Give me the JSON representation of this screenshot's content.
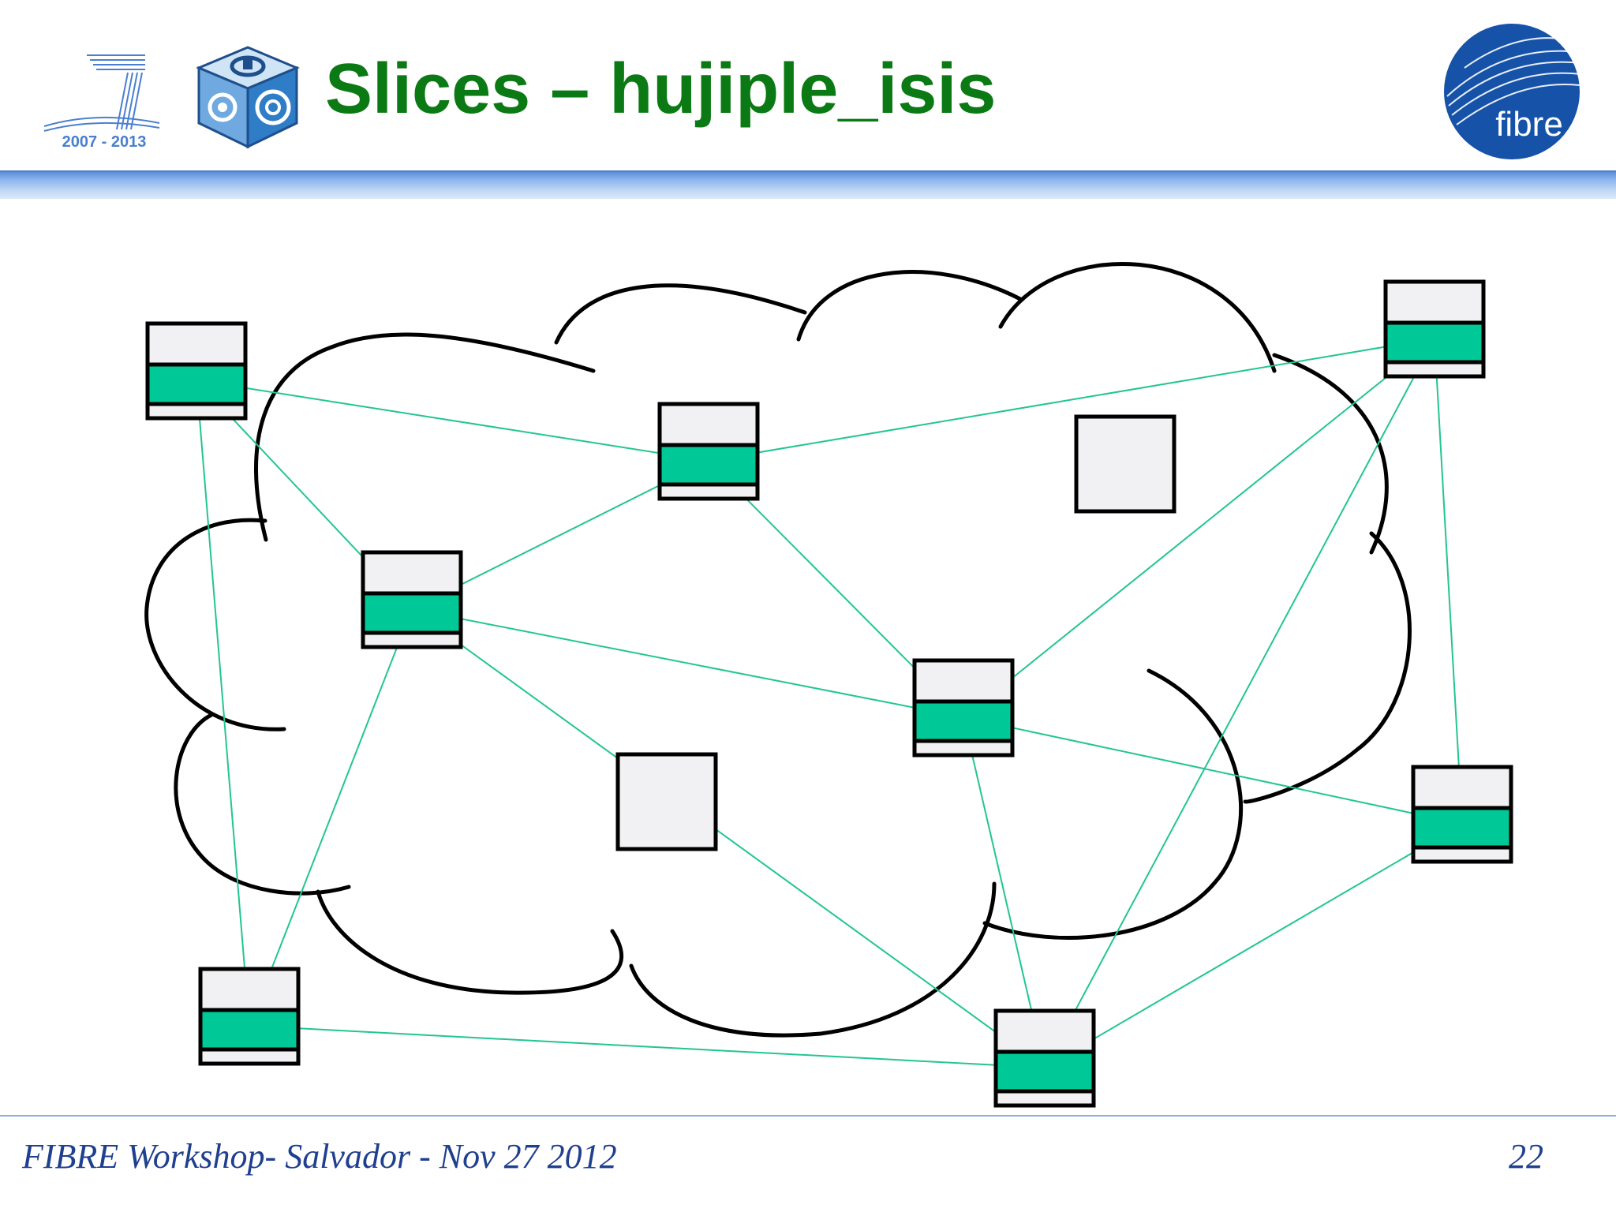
{
  "slide": {
    "title": "Slices – hujiple_isis",
    "footer": "FIBRE Workshop- Salvador - Nov 27 2012",
    "page_number": "22"
  },
  "logos": {
    "fp7": {
      "years": "2007 - 2013",
      "icon": "fp7-logo-icon"
    },
    "cube": {
      "icon": "cube-logo-icon"
    },
    "fibre": {
      "label": "fibre",
      "icon": "fibre-globe-icon"
    }
  },
  "colors": {
    "title": "#0b7a14",
    "link": "#22c594",
    "node_fill": "#00c896",
    "node_panel": "#f1f0f2",
    "cloud_stroke": "#000000",
    "footer_text": "#1f3f8f",
    "header_bar": "#8fb6ec"
  },
  "diagram": {
    "nodes": [
      {
        "id": "n1",
        "type": "slice-node"
      },
      {
        "id": "n2",
        "type": "slice-node"
      },
      {
        "id": "n3",
        "type": "slice-node"
      },
      {
        "id": "n4",
        "type": "slice-node"
      },
      {
        "id": "n5",
        "type": "slice-node"
      },
      {
        "id": "n6",
        "type": "slice-node"
      },
      {
        "id": "n7",
        "type": "slice-node"
      },
      {
        "id": "n8",
        "type": "slice-node"
      },
      {
        "id": "n9",
        "type": "unused-node"
      },
      {
        "id": "n10",
        "type": "unused-node"
      }
    ],
    "links": [
      [
        "n1",
        "n3"
      ],
      [
        "n1",
        "n2"
      ],
      [
        "n1",
        "n7"
      ],
      [
        "n2",
        "n3"
      ],
      [
        "n2",
        "n5"
      ],
      [
        "n2",
        "n4"
      ],
      [
        "n3",
        "n4"
      ],
      [
        "n3",
        "n8"
      ],
      [
        "n3",
        "n7"
      ],
      [
        "n4",
        "n5"
      ],
      [
        "n4",
        "n6"
      ],
      [
        "n4",
        "n8"
      ],
      [
        "n5",
        "n8"
      ],
      [
        "n5",
        "n6"
      ],
      [
        "n6",
        "n8"
      ],
      [
        "n7",
        "n8"
      ]
    ]
  }
}
